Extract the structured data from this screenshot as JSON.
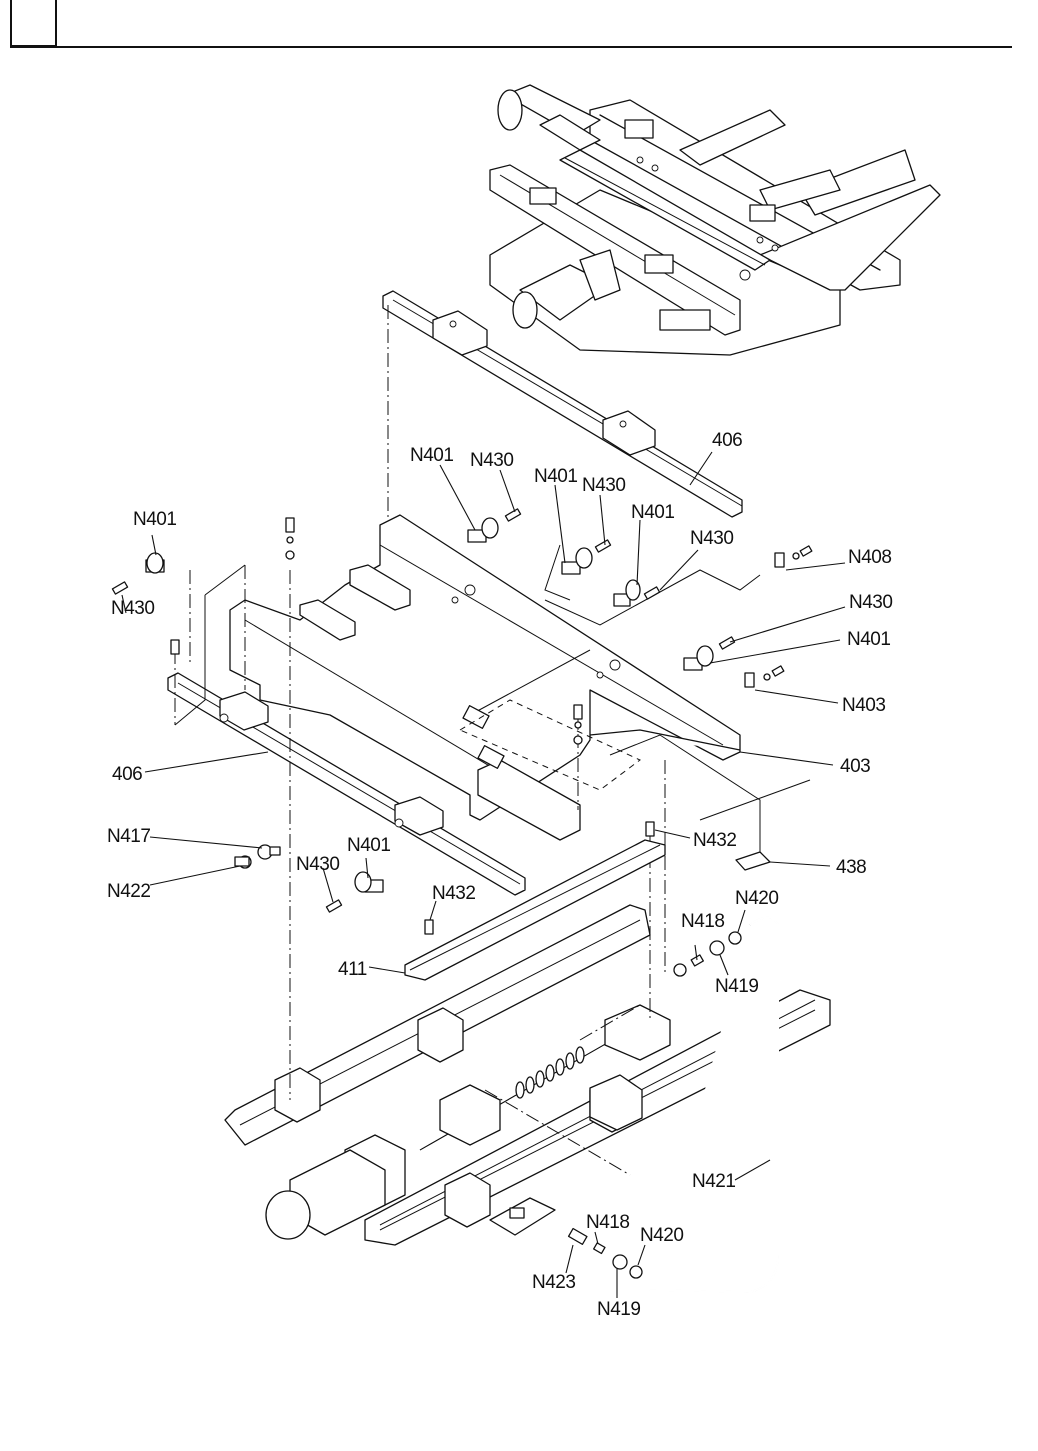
{
  "page": {
    "header_box_text": "",
    "figure": "Exploded parts diagram — XY table base assembly"
  },
  "labels": [
    {
      "id": "lbl-406-top",
      "text": "406"
    },
    {
      "id": "lbl-n401-a",
      "text": "N401"
    },
    {
      "id": "lbl-n430-a",
      "text": "N430"
    },
    {
      "id": "lbl-n401-b",
      "text": "N401"
    },
    {
      "id": "lbl-n430-b",
      "text": "N430"
    },
    {
      "id": "lbl-n401-c",
      "text": "N401"
    },
    {
      "id": "lbl-n430-c",
      "text": "N430"
    },
    {
      "id": "lbl-n401-left",
      "text": "N401"
    },
    {
      "id": "lbl-n430-left",
      "text": "N430"
    },
    {
      "id": "lbl-n408",
      "text": "N408"
    },
    {
      "id": "lbl-n430-right",
      "text": "N430"
    },
    {
      "id": "lbl-n401-right",
      "text": "N401"
    },
    {
      "id": "lbl-n403",
      "text": "N403"
    },
    {
      "id": "lbl-403",
      "text": "403"
    },
    {
      "id": "lbl-406-left",
      "text": "406"
    },
    {
      "id": "lbl-n417",
      "text": "N417"
    },
    {
      "id": "lbl-n422",
      "text": "N422"
    },
    {
      "id": "lbl-n401-low",
      "text": "N401"
    },
    {
      "id": "lbl-n430-low",
      "text": "N430"
    },
    {
      "id": "lbl-n432-a",
      "text": "N432"
    },
    {
      "id": "lbl-n432-b",
      "text": "N432"
    },
    {
      "id": "lbl-438",
      "text": "438"
    },
    {
      "id": "lbl-411",
      "text": "411"
    },
    {
      "id": "lbl-n420-a",
      "text": "N420"
    },
    {
      "id": "lbl-n418-a",
      "text": "N418"
    },
    {
      "id": "lbl-n419-a",
      "text": "N419"
    },
    {
      "id": "lbl-n421",
      "text": "N421"
    },
    {
      "id": "lbl-n418-b",
      "text": "N418"
    },
    {
      "id": "lbl-n420-b",
      "text": "N420"
    },
    {
      "id": "lbl-n423",
      "text": "N423"
    },
    {
      "id": "lbl-n419-b",
      "text": "N419"
    }
  ],
  "parts_list": [
    "403",
    "406",
    "411",
    "438",
    "N401",
    "N403",
    "N408",
    "N417",
    "N418",
    "N419",
    "N420",
    "N421",
    "N422",
    "N423",
    "N430",
    "N432"
  ]
}
